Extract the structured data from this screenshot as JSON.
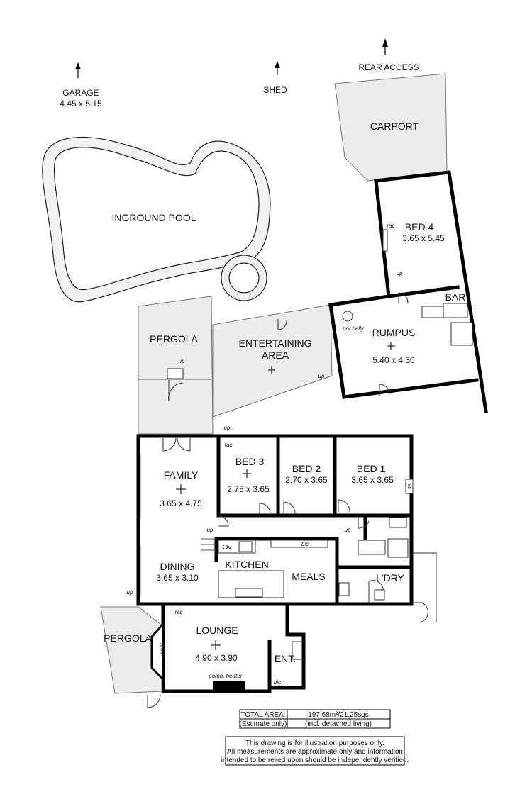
{
  "site": {
    "garage": {
      "name": "GARAGE",
      "dims": "4.45 x 5.15"
    },
    "shed": "SHED",
    "rear_access": "REAR ACCESS",
    "carport": "CARPORT",
    "pool": "INGROUND POOL",
    "pergola_rear": "PERGOLA",
    "entertaining": "ENTERTAINING\nAREA",
    "entertaining_line1": "ENTERTAINING",
    "entertaining_line2": "AREA",
    "pergola_front": "PERGOLA"
  },
  "rooms": {
    "bed4": {
      "name": "BED 4",
      "dims": "3.65 x 5.45"
    },
    "bar": "BAR",
    "rumpus": {
      "name": "RUMPUS",
      "dims": "5.40 x 4.30"
    },
    "family": {
      "name": "FAMILY",
      "dims": "3.65 x 4.75"
    },
    "bed3": {
      "name": "BED 3",
      "dims": "2.75 x 3.65"
    },
    "bed2": {
      "name": "BED 2",
      "dims": "2.70 x 3.65"
    },
    "bed1": {
      "name": "BED 1",
      "dims": "3.65 x 3.65"
    },
    "dining": {
      "name": "DINING",
      "dims": "3.65 x 3.10"
    },
    "kitchen": "KITCHEN",
    "meals": "MEALS",
    "laundry": "L'DRY",
    "lounge": {
      "name": "LOUNGE",
      "dims": "4.90 x 3.90"
    },
    "entry": "ENT."
  },
  "annotations": {
    "up": "up",
    "rac": "rac",
    "pot_belly": "pot belly",
    "ac": "ac",
    "bic": "bic",
    "ov": "Ov.",
    "seat": "seat",
    "comb_heater": "comb. heater"
  },
  "area_table": {
    "label1": "TOTAL AREA:",
    "value1": "197.68m²/21.25sqs",
    "label2": "(Estimate only)",
    "value2": "(incl. detached living)"
  },
  "disclaimer": {
    "line1": "This drawing is for illustration purposes only.",
    "line2": "All measurements are approximate only and information",
    "line3": "intended to be relied upon should be independently verified."
  }
}
